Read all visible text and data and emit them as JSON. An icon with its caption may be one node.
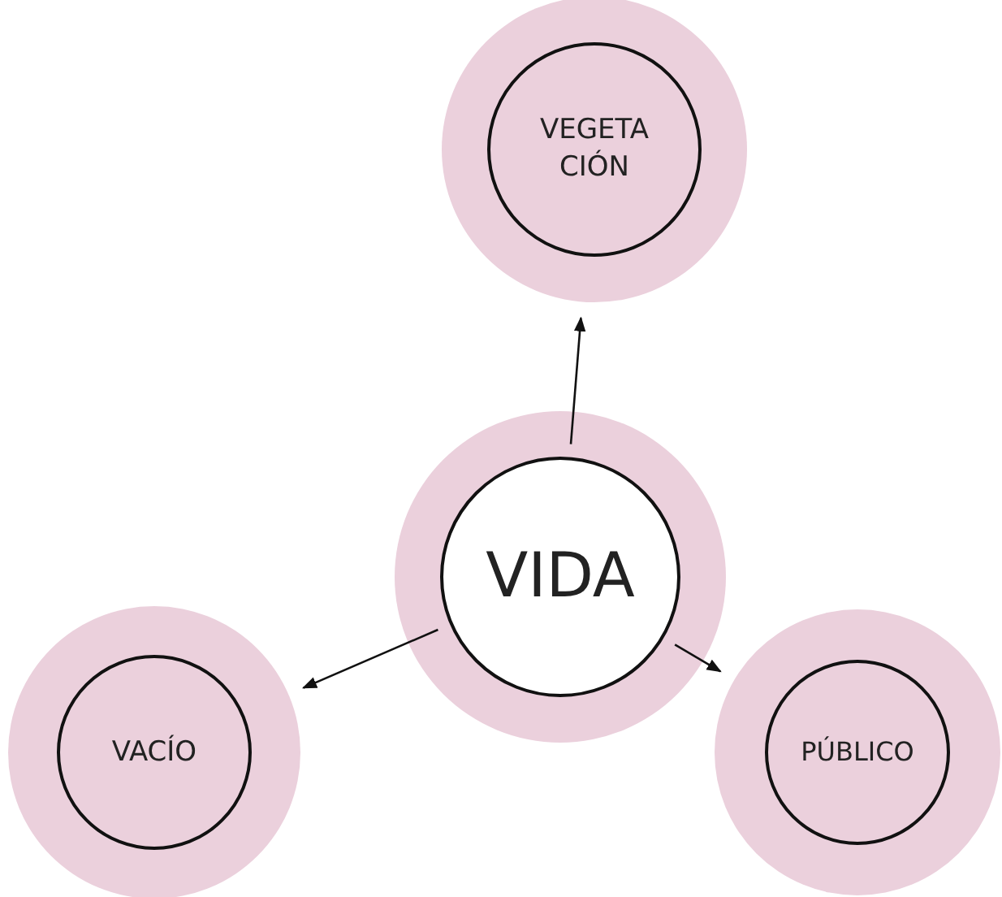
{
  "diagram": {
    "nodes": [
      {
        "text": [
          "VEGETA CIÓN"
        ]
      },
      {
        "text": [
          "VIDA"
        ]
      },
      {
        "text": [
          "VACÍO"
        ]
      },
      {
        "text": [
          "PÚBLICO"
        ]
      }
    ],
    "edges": [
      {
        "from": 1,
        "to": 0,
        "arrow": "to"
      },
      {
        "from": 1,
        "to": 2,
        "arrow": "to"
      },
      {
        "from": 1,
        "to": 3,
        "arrow": "to"
      }
    ]
  }
}
